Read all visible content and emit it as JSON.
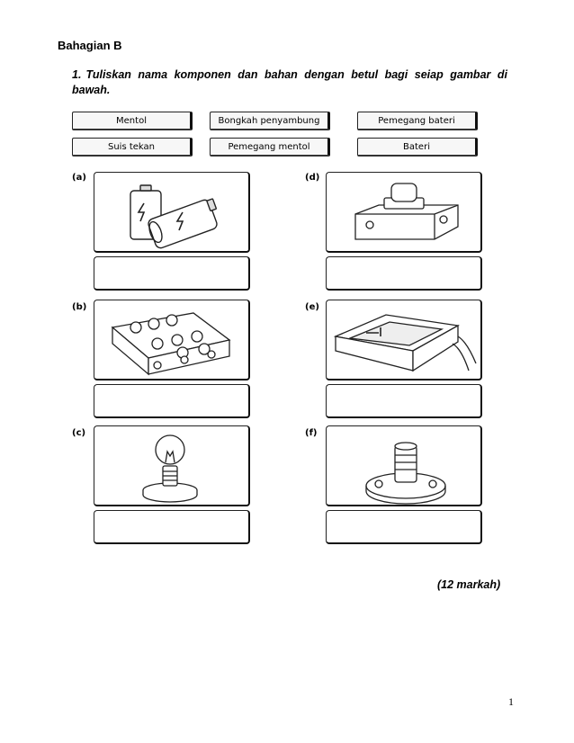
{
  "section_title": "Bahagian B",
  "question": {
    "number": "1.",
    "text": "Tuliskan nama komponen dan bahan dengan betul bagi seiap gambar di bawah."
  },
  "word_bank": [
    "Mentol",
    "Bongkah penyambung",
    "Pemegang bateri",
    "Suis tekan",
    "Pemegang mentol",
    "Bateri"
  ],
  "items": [
    {
      "label": "(a)",
      "picture": "batteries-icon",
      "answer": ""
    },
    {
      "label": "(b)",
      "picture": "connector-block-icon",
      "answer": ""
    },
    {
      "label": "(c)",
      "picture": "light-bulb-icon",
      "answer": ""
    },
    {
      "label": "(d)",
      "picture": "push-switch-icon",
      "answer": ""
    },
    {
      "label": "(e)",
      "picture": "battery-holder-icon",
      "answer": ""
    },
    {
      "label": "(f)",
      "picture": "bulb-holder-icon",
      "answer": ""
    }
  ],
  "marks": "(12 markah)",
  "page_number": "1"
}
